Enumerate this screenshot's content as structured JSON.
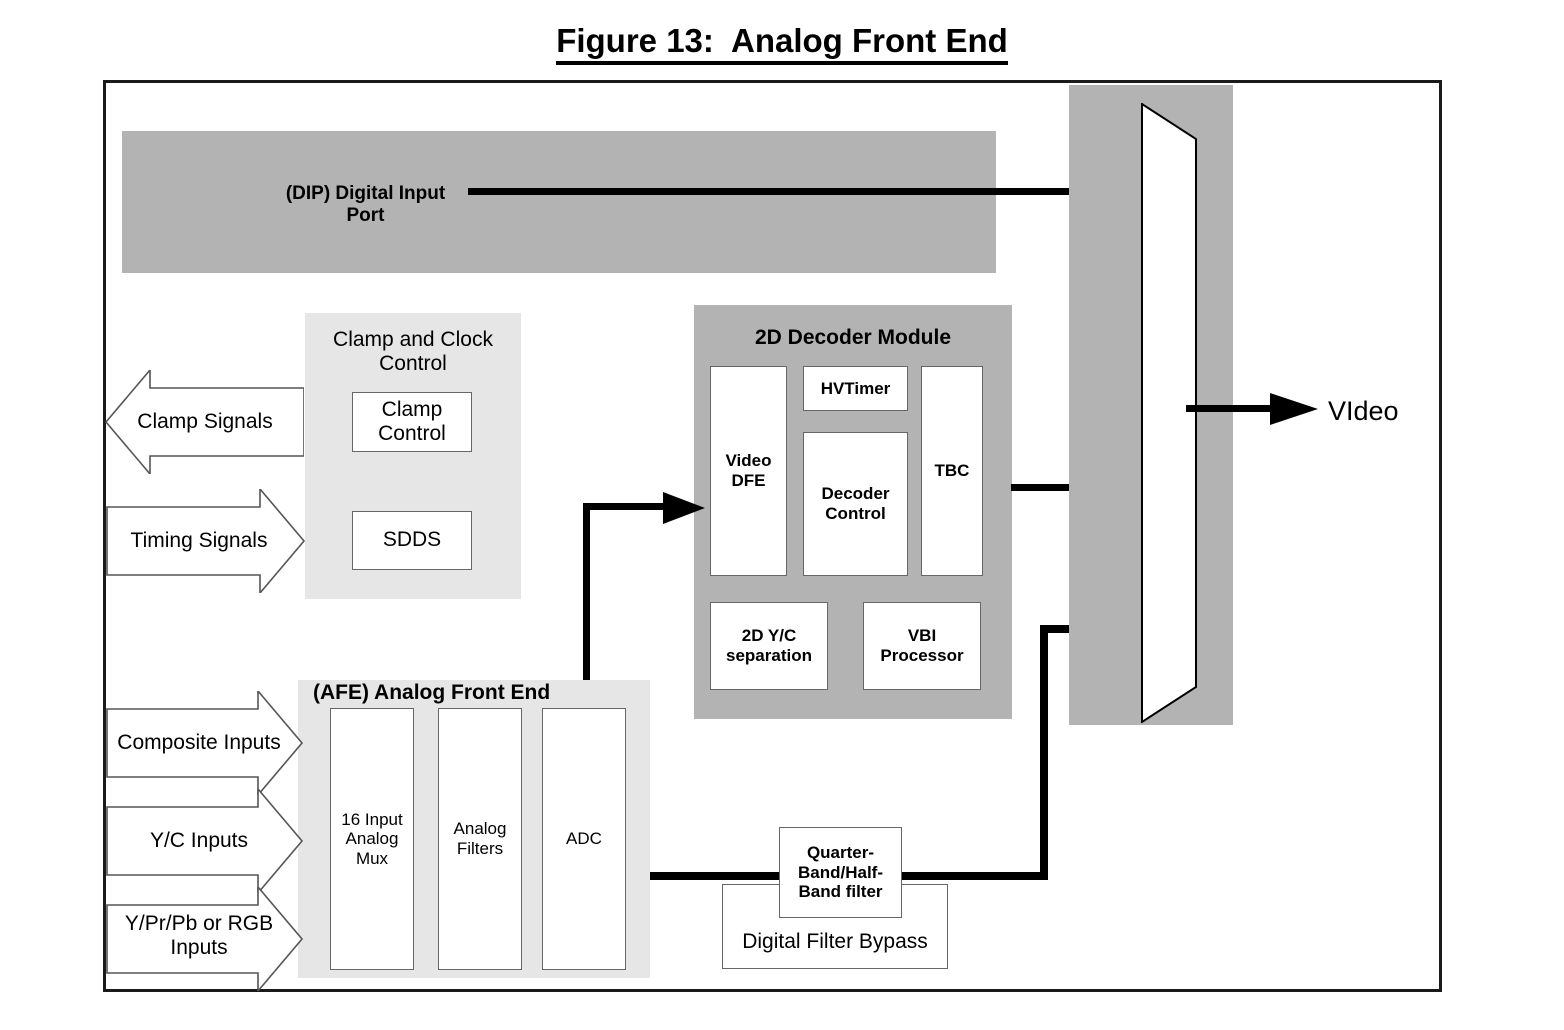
{
  "figure": {
    "title": "Figure 13:  Analog Front End"
  },
  "colors": {
    "mid_gray": "#b3b3b3",
    "light_gray": "#e6e6e6",
    "white": "#ffffff",
    "line": "#000000",
    "frame": "#1a1a1a"
  },
  "dip": {
    "label_line1": "(DIP) Digital Input",
    "label_line2": "Port"
  },
  "clamp_clock": {
    "title_line1": "Clamp and Clock",
    "title_line2": "Control",
    "blocks": [
      {
        "line1": "Clamp",
        "line2": "Control"
      },
      {
        "line1": "SDDS",
        "line2": ""
      }
    ]
  },
  "signal_arrows": [
    {
      "label": "Clamp Signals",
      "direction": "left"
    },
    {
      "label": "Timing Signals",
      "direction": "right"
    }
  ],
  "input_arrows": [
    {
      "label_line1": "Composite Inputs",
      "label_line2": ""
    },
    {
      "label_line1": "Y/C Inputs",
      "label_line2": ""
    },
    {
      "label_line1": "Y/Pr/Pb or RGB",
      "label_line2": "Inputs"
    }
  ],
  "decoder_module": {
    "title": "2D Decoder Module",
    "blocks": [
      {
        "id": "video-dfe",
        "line1": "Video",
        "line2": "DFE"
      },
      {
        "id": "hvtimer",
        "line1": "HVTimer",
        "line2": ""
      },
      {
        "id": "decoder-control",
        "line1": "Decoder",
        "line2": "Control"
      },
      {
        "id": "tbc",
        "line1": "TBC",
        "line2": ""
      },
      {
        "id": "yc-separation",
        "line1": "2D Y/C",
        "line2": "separation"
      },
      {
        "id": "vbi-processor",
        "line1": "VBI",
        "line2": "Processor"
      }
    ]
  },
  "afe": {
    "title": "(AFE) Analog Front End",
    "blocks": [
      {
        "id": "mux",
        "line1": "16 Input",
        "line2": "Analog",
        "line3": "Mux"
      },
      {
        "id": "filters",
        "line1": "Analog",
        "line2": "Filters",
        "line3": ""
      },
      {
        "id": "adc",
        "line1": "ADC",
        "line2": "",
        "line3": ""
      }
    ]
  },
  "filter_bypass": {
    "bypass_label": "Digital Filter Bypass",
    "filter_line1": "Quarter-",
    "filter_line2": "Band/Half-",
    "filter_line3": "Band filter"
  },
  "output": {
    "video_label": "VIdeo"
  }
}
